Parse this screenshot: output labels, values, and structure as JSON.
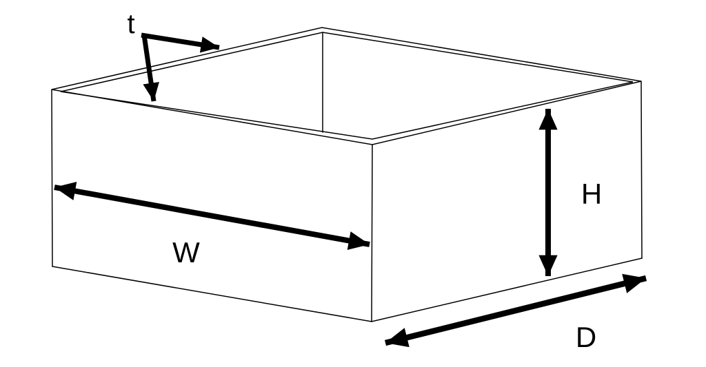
{
  "figure": {
    "type": "technical-line-drawing",
    "description": "Open-top rectangular box shown in perspective with dimension arrows",
    "background_color": "#ffffff",
    "line_color": "#000000",
    "labels": {
      "thickness": "t",
      "width": "W",
      "height": "H",
      "depth": "D"
    }
  }
}
